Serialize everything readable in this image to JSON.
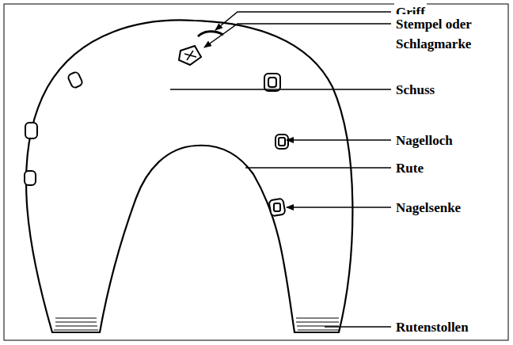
{
  "diagram": {
    "labels": [
      "Griff",
      "Stempel oder Schlagmarke",
      "Schuss",
      "Nagelloch",
      "Rute",
      "Nagelsenke",
      "Rutenstollen"
    ]
  }
}
